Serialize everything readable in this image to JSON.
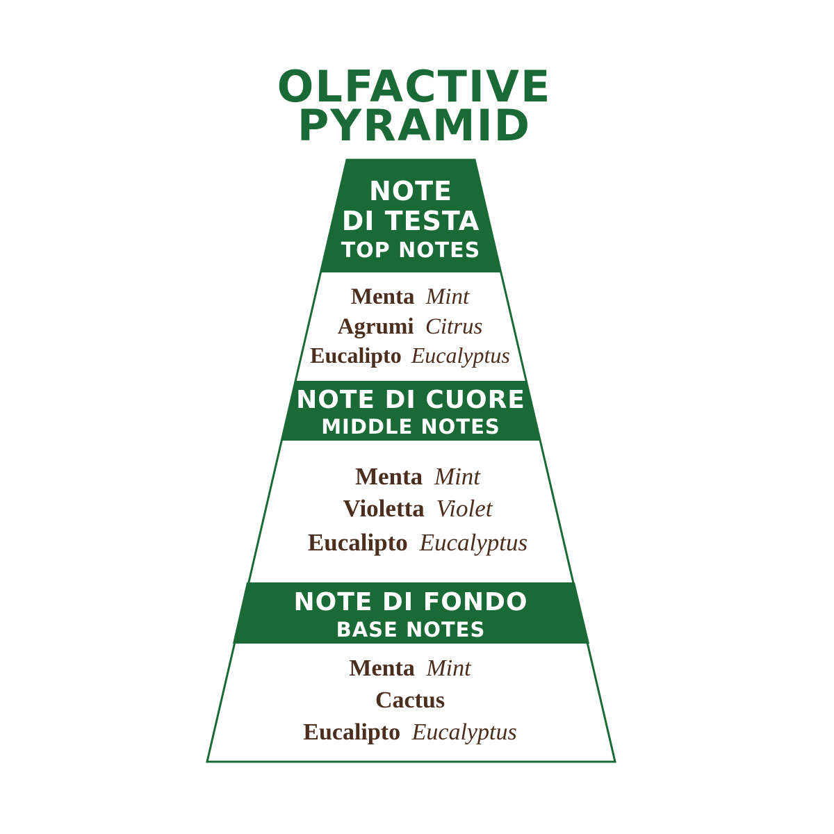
{
  "colors": {
    "green": "#1a6a37",
    "brown": "#4a2e1e",
    "white": "#ffffff"
  },
  "title": {
    "line1": "OLFACTIVE",
    "line2": "PYRAMID"
  },
  "sections": [
    {
      "label_lines": [
        "NOTE",
        "DI TESTA"
      ],
      "sublabel": "TOP NOTES",
      "notes": [
        {
          "italian": "Menta",
          "english": "Mint"
        },
        {
          "italian": "Agrumi",
          "english": "Citrus"
        },
        {
          "italian": "Eucalipto",
          "english": "Eucalyptus"
        }
      ]
    },
    {
      "label_lines": [
        "NOTE DI CUORE"
      ],
      "sublabel": "MIDDLE NOTES",
      "notes": [
        {
          "italian": "Menta",
          "english": "Mint"
        },
        {
          "italian": "Violetta",
          "english": "Violet"
        },
        {
          "italian": "Eucalipto",
          "english": "Eucalyptus"
        }
      ]
    },
    {
      "label_lines": [
        "NOTE DI FONDO"
      ],
      "sublabel": "BASE NOTES",
      "notes": [
        {
          "italian": "Menta",
          "english": "Mint"
        },
        {
          "italian": "Cactus",
          "english": ""
        },
        {
          "italian": "Eucalipto",
          "english": "Eucalyptus"
        }
      ]
    }
  ]
}
